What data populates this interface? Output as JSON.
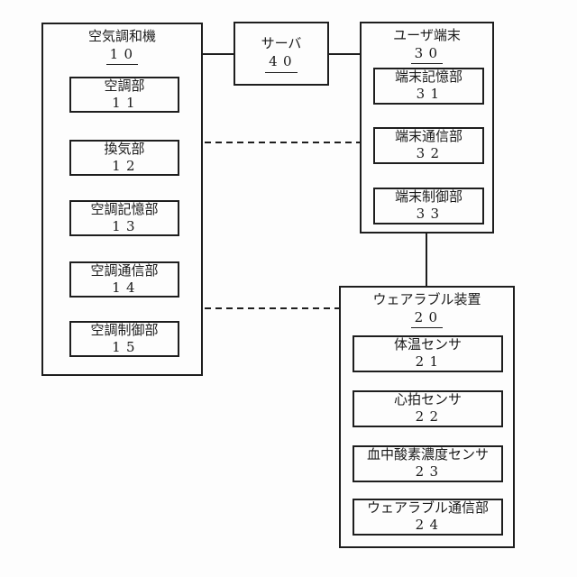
{
  "diagram": {
    "colors": {
      "line": "#1e1e1e",
      "background": "#fdfdfd"
    },
    "air_conditioner": {
      "title": "空気調和機",
      "ref": "10",
      "items": [
        {
          "label": "空調部",
          "ref": "11"
        },
        {
          "label": "換気部",
          "ref": "12"
        },
        {
          "label": "空調記憶部",
          "ref": "13"
        },
        {
          "label": "空調通信部",
          "ref": "14"
        },
        {
          "label": "空調制御部",
          "ref": "15"
        }
      ]
    },
    "server": {
      "title": "サーバ",
      "ref": "40"
    },
    "user_terminal": {
      "title": "ユーザ端末",
      "ref": "30",
      "items": [
        {
          "label": "端末記憶部",
          "ref": "31"
        },
        {
          "label": "端末通信部",
          "ref": "32"
        },
        {
          "label": "端末制御部",
          "ref": "33"
        }
      ]
    },
    "wearable_device": {
      "title": "ウェアラブル装置",
      "ref": "20",
      "items": [
        {
          "label": "体温センサ",
          "ref": "21"
        },
        {
          "label": "心拍センサ",
          "ref": "22"
        },
        {
          "label": "血中酸素濃度センサ",
          "ref": "23"
        },
        {
          "label": "ウェアラブル通信部",
          "ref": "24"
        }
      ]
    },
    "connections": [
      {
        "from": "air_conditioner",
        "to": "server",
        "style": "solid"
      },
      {
        "from": "server",
        "to": "user_terminal",
        "style": "solid"
      },
      {
        "from": "user_terminal",
        "to": "wearable_device",
        "style": "solid"
      },
      {
        "from": "air_conditioner",
        "to": "user_terminal",
        "style": "dashed"
      },
      {
        "from": "air_conditioner",
        "to": "wearable_device",
        "style": "dashed"
      }
    ]
  }
}
